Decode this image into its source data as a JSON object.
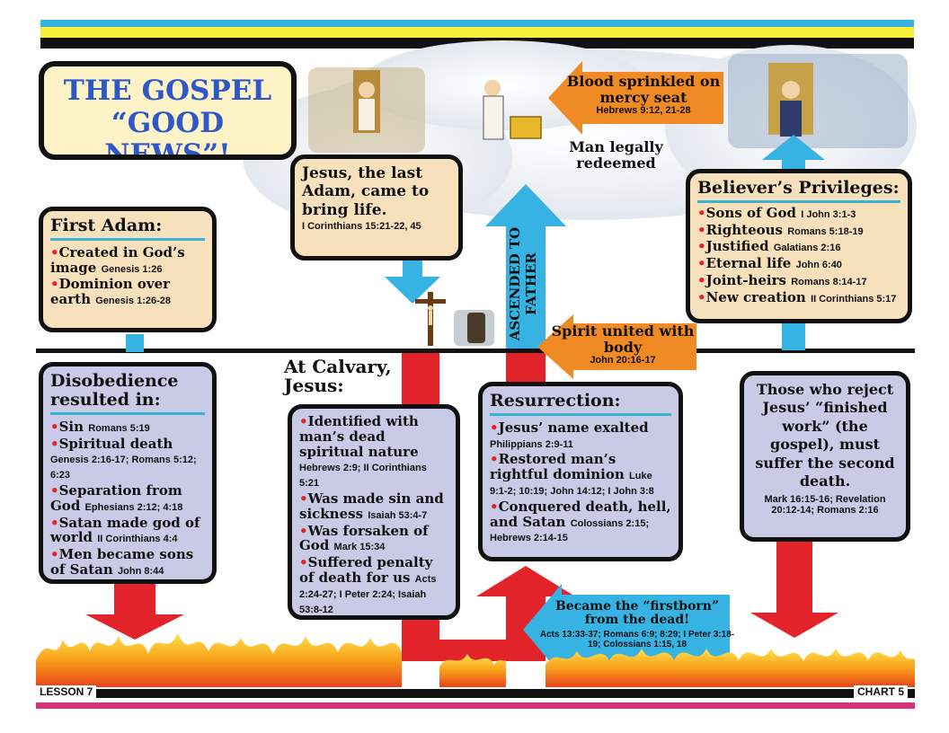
{
  "title": {
    "line1": "THE GOSPEL",
    "line2": "“GOOD NEWS”!"
  },
  "first_adam": {
    "heading": "First Adam:",
    "items": [
      {
        "text": "Created in God’s image",
        "ref": "Genesis 1:26"
      },
      {
        "text": "Dominion over earth",
        "ref": "Genesis 1:26-28"
      }
    ]
  },
  "disobedience": {
    "heading": "Disobedience resulted in:",
    "items": [
      {
        "text": "Sin",
        "ref": "Romans 5:19"
      },
      {
        "text": "Spiritual death",
        "ref": "Genesis 2:16-17; Romans 5:12; 6:23"
      },
      {
        "text": "Separation from God",
        "ref": "Ephesians 2:12; 4:18"
      },
      {
        "text": "Satan made god of world",
        "ref": "II Corinthians 4:4"
      },
      {
        "text": "Men became sons of Satan",
        "ref": "John 8:44"
      }
    ]
  },
  "last_adam": {
    "text": "Jesus, the last Adam, came to bring life.",
    "ref": "I Corinthians 15:21-22, 45"
  },
  "calvary": {
    "heading": "At Calvary, Jesus:",
    "items": [
      {
        "text": "Identified with man’s dead spiritual nature",
        "ref": "Hebrews 2:9; II Corinthians 5:21"
      },
      {
        "text": "Was made sin and sickness",
        "ref": "Isaiah 53:4-7"
      },
      {
        "text": "Was forsaken of God",
        "ref": "Mark 15:34"
      },
      {
        "text": "Suffered penalty of death for us",
        "ref": "Acts 2:24-27; I Peter 2:24; Isaiah 53:8-12"
      }
    ]
  },
  "resurrection": {
    "heading": "Resurrection:",
    "items": [
      {
        "text": "Jesus’ name exalted",
        "ref": "Philippians 2:9-11"
      },
      {
        "text": "Restored man’s rightful dominion",
        "ref": "Luke 9:1-2; 10:19; John 14:12; I John 3:8"
      },
      {
        "text": "Conquered death, hell, and Satan",
        "ref": "Colossians 2:15; Hebrews 2:14-15"
      }
    ]
  },
  "privileges": {
    "heading": "Believer’s Privileges:",
    "items": [
      {
        "text": "Sons of God",
        "ref": "I John 3:1-3"
      },
      {
        "text": "Righteous",
        "ref": "Romans 5:18-19"
      },
      {
        "text": "Justified",
        "ref": "Galatians 2:16"
      },
      {
        "text": "Eternal life",
        "ref": "John 6:40"
      },
      {
        "text": "Joint-heirs",
        "ref": "Romans 8:14-17"
      },
      {
        "text": "New creation",
        "ref": "II Corinthians 5:17"
      }
    ]
  },
  "reject": {
    "text": "Those who reject Jesus’ “finished work” (the gospel), must suffer the second death.",
    "ref": "Mark 16:15-16; Revelation 20:12-14; Romans 2:16"
  },
  "labels": {
    "blood": {
      "text": "Blood sprinkled on mercy seat",
      "ref": "Hebrews 9:12, 21-28"
    },
    "redeemed": "Man legally redeemed",
    "ascended": "ASCENDED TO FATHER",
    "spirit": {
      "text": "Spirit united with body",
      "ref": "John 20:16-17"
    },
    "firstborn": {
      "text": "Became the “firstborn” from the dead!",
      "ref": "Acts 13:33-37; Romans 6:9; 8:29; I Peter 3:18-19; Colossians 1:15, 18"
    }
  },
  "footer": {
    "lesson": "LESSON 7",
    "chart": "CHART 5"
  },
  "colors": {
    "blue_arrow": "#36b2e3",
    "red_arrow": "#e2232a",
    "orange_arrow": "#f08a24",
    "peach_box": "#f7e1bd",
    "lavender_box": "#c9cae6",
    "title_blue": "#2e57c8"
  }
}
